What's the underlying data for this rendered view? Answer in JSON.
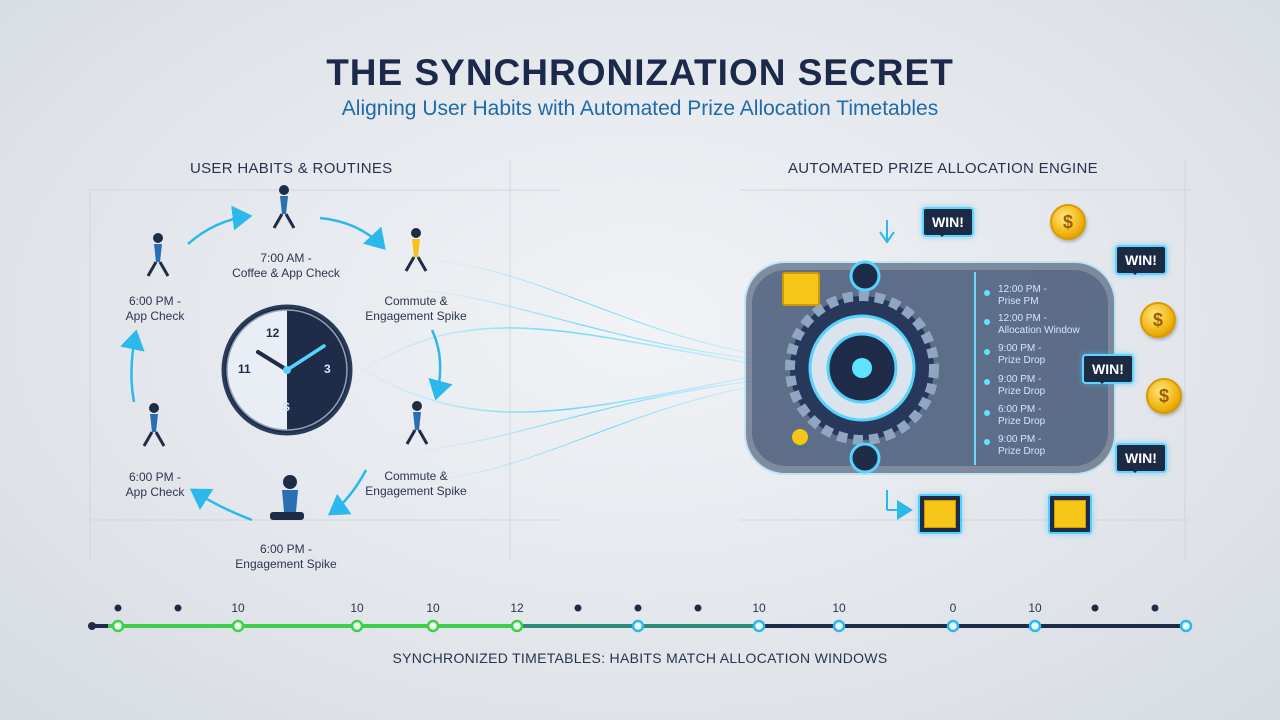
{
  "header": {
    "title": "THE SYNCHRONIZATION SECRET",
    "subtitle": "Aligning User Habits with Automated Prize Allocation Timetables"
  },
  "left_section": {
    "title": "USER HABITS & ROUTINES",
    "clock_numbers": [
      "12",
      "3",
      "S",
      "11"
    ],
    "habits": [
      {
        "line1": "7:00 AM -",
        "line2": "Coffee & App Check"
      },
      {
        "line1": "Commute &",
        "line2": "Engagement Spike"
      },
      {
        "line1": "Commute &",
        "line2": "Engagement Spike"
      },
      {
        "line1": "6:00 PM -",
        "line2": "Engagement Spike"
      },
      {
        "line1": "6:00 PM -",
        "line2": "App Check"
      },
      {
        "line1": "6:00 PM -",
        "line2": "App Check"
      }
    ]
  },
  "right_section": {
    "title": "AUTOMATED PRIZE ALLOCATION ENGINE",
    "win_label": "WIN!",
    "coin_symbol": "$",
    "schedule": [
      {
        "line1": "12:00 PM -",
        "line2": "Prise PM"
      },
      {
        "line1": "12:00 PM -",
        "line2": "Allocation Window"
      },
      {
        "line1": "9:00 PM -",
        "line2": "Prize Drop"
      },
      {
        "line1": "9:00 PM -",
        "line2": "Prize Drop"
      },
      {
        "line1": "6:00 PM -",
        "line2": "Prize Drop"
      },
      {
        "line1": "9:00 PM -",
        "line2": "Prize Drop"
      }
    ]
  },
  "timeline": {
    "top_labels": [
      "10",
      "10",
      "10",
      "12",
      "10",
      "10",
      "0",
      "10"
    ],
    "caption": "SYNCHRONIZED TIMETABLES: HABITS MATCH ALLOCATION WINDOWS"
  },
  "colors": {
    "navy": "#1d2a44",
    "accent_blue": "#1f6aa8",
    "glow_cyan": "#3fd0ff",
    "green": "#3ecf4a",
    "gold": "#f0b30e"
  }
}
